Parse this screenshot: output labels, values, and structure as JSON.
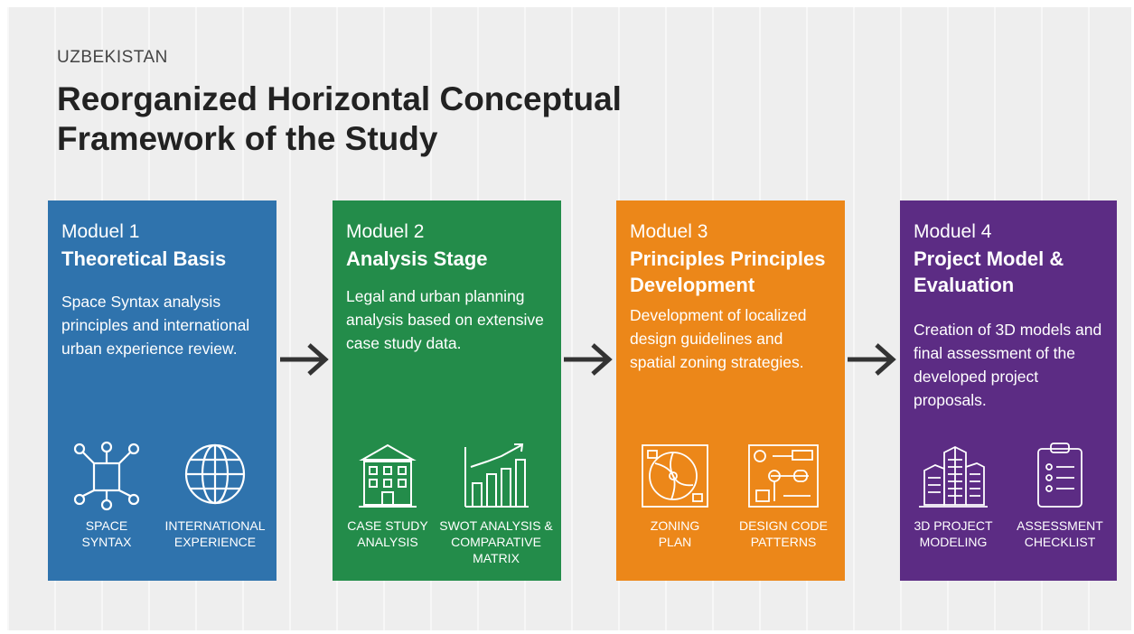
{
  "header": {
    "country": "UZBEKISTAN",
    "title": "Reorganized Horizontal Conceptual Framework of the Study"
  },
  "colors": {
    "module1": "#2f73ad",
    "module2": "#238c4a",
    "module3": "#ec8719",
    "module4": "#5c2c84",
    "arrow": "#333333"
  },
  "modules": [
    {
      "label": "Moduel 1",
      "name": "Theoretical Basis",
      "description": "Space Syntax analysis principles and international urban experience review.",
      "icons": [
        {
          "icon": "space-syntax-network-icon",
          "label": "SPACE SYNTAX"
        },
        {
          "icon": "globe-icon",
          "label": "INTERNATIONAL EXPERIENCE"
        }
      ]
    },
    {
      "label": "Moduel 2",
      "name": "Analysis Stage",
      "description": "Legal and urban planning analysis based on extensive case study data.",
      "icons": [
        {
          "icon": "building-icon",
          "label": "CASE STUDY ANALYSIS"
        },
        {
          "icon": "bar-chart-icon",
          "label": "SWOT ANALYSIS & COMPARATIVE MATRIX"
        }
      ]
    },
    {
      "label": "Moduel 3",
      "name": "Principles Principles Development",
      "description": "Development of localized design guidelines and spatial zoning strategies.",
      "icons": [
        {
          "icon": "zoning-plan-icon",
          "label": "ZONING PLAN"
        },
        {
          "icon": "design-code-icon",
          "label": "DESIGN CODE PATTERNS"
        }
      ]
    },
    {
      "label": "Moduel 4",
      "name": "Project Model & Evaluation",
      "description": "Creation of 3D models and final assessment of the developed project proposals.",
      "icons": [
        {
          "icon": "3d-buildings-icon",
          "label": "3D PROJECT MODELING"
        },
        {
          "icon": "clipboard-checklist-icon",
          "label": "ASSESSMENT CHECKLIST"
        }
      ]
    }
  ]
}
